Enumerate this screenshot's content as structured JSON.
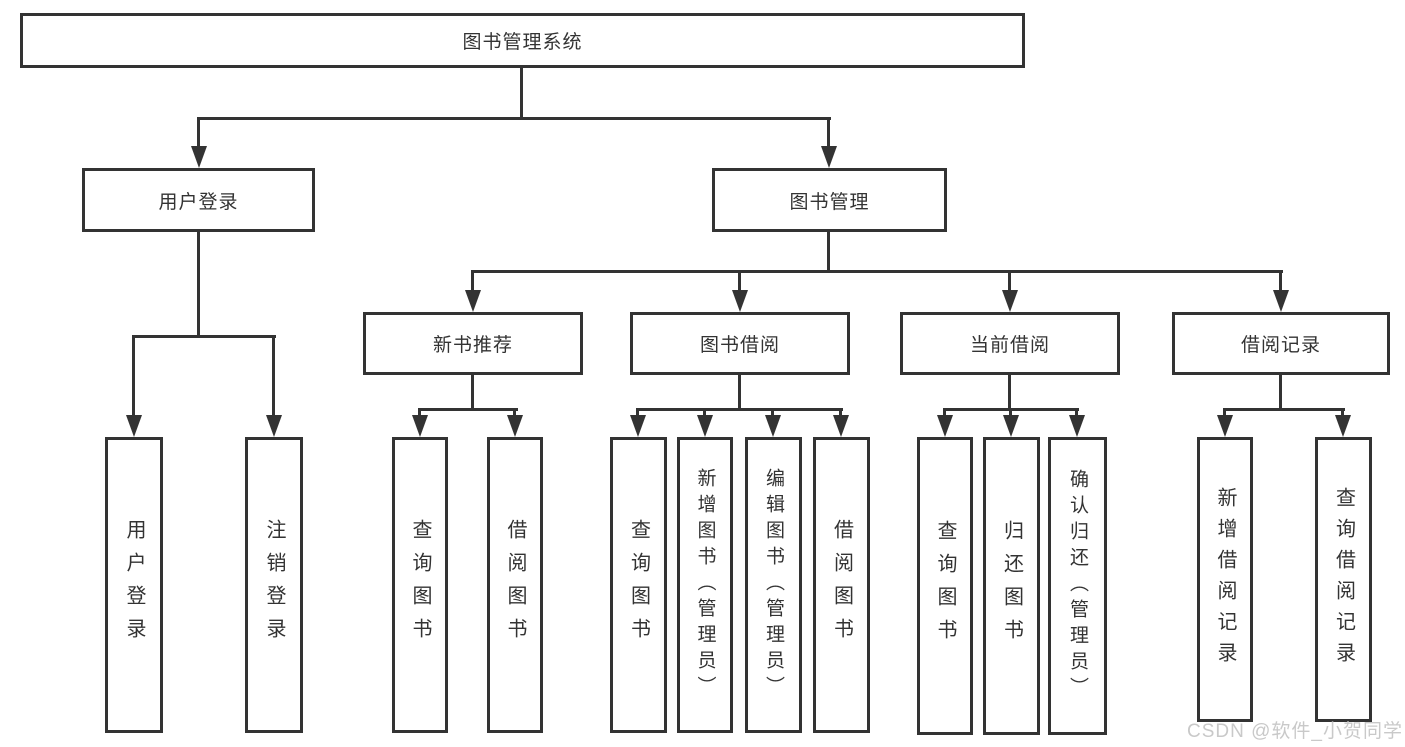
{
  "diagram": {
    "type": "tree",
    "title": "图书管理系统",
    "colors": {
      "background": "#ffffff",
      "line": "#333333",
      "box_border": "#333333",
      "box_fill": "#ffffff",
      "text": "#333333",
      "watermark": "#c9c9c9"
    }
  },
  "tree": {
    "label": "图书管理系统",
    "children": [
      {
        "label": "用户登录",
        "children": [
          {
            "label": "用户登录"
          },
          {
            "label": "注销登录"
          }
        ]
      },
      {
        "label": "图书管理",
        "children": [
          {
            "label": "新书推荐",
            "children": [
              {
                "label": "查询图书"
              },
              {
                "label": "借阅图书"
              }
            ]
          },
          {
            "label": "图书借阅",
            "children": [
              {
                "label": "查询图书"
              },
              {
                "label": "新增图书（管理员）"
              },
              {
                "label": "编辑图书（管理员）"
              },
              {
                "label": "借阅图书"
              }
            ]
          },
          {
            "label": "当前借阅",
            "children": [
              {
                "label": "查询图书"
              },
              {
                "label": "归还图书"
              },
              {
                "label": "确认归还（管理员）"
              }
            ]
          },
          {
            "label": "借阅记录",
            "children": [
              {
                "label": "新增借阅记录"
              },
              {
                "label": "查询借阅记录"
              }
            ]
          }
        ]
      }
    ]
  },
  "watermark": {
    "text": "CSDN @软件_小贺同学"
  }
}
